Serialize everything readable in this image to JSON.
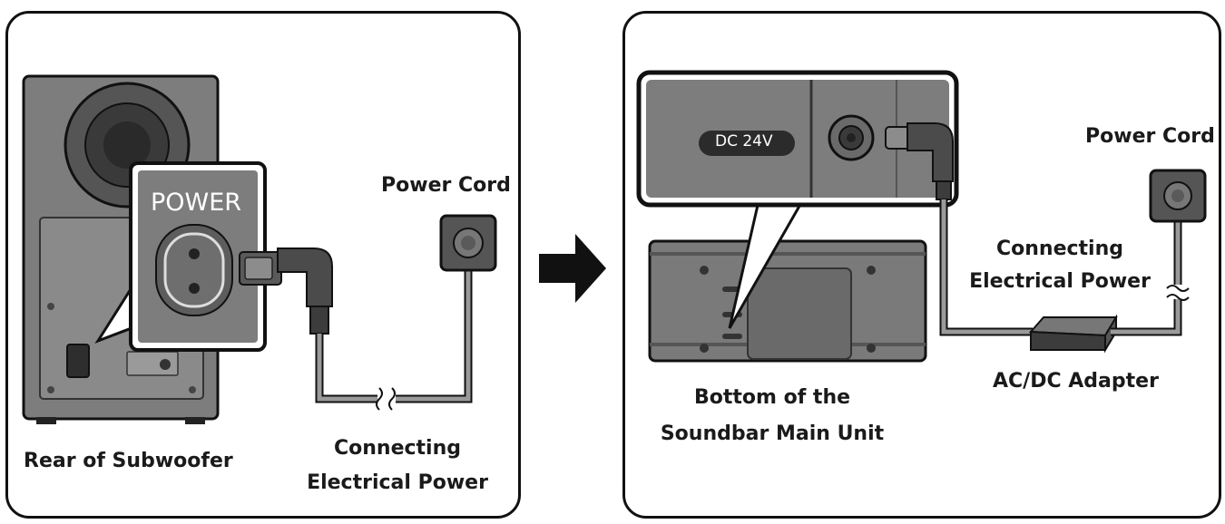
{
  "left_panel": {
    "power_port_label": "POWER",
    "power_cord_label": "Power Cord",
    "connecting_line1": "Connecting",
    "connecting_line2": "Electrical Power",
    "subwoofer_label": "Rear of Subwoofer"
  },
  "right_panel": {
    "dc_label": "DC 24V",
    "power_cord_label": "Power Cord",
    "connecting_line1": "Connecting",
    "connecting_line2": "Electrical Power",
    "adapter_label": "AC/DC Adapter",
    "soundbar_line1": "Bottom of the",
    "soundbar_line2": "Soundbar Main Unit"
  },
  "colors": {
    "device_gray": "#7d7d7d",
    "dark_gray": "#3b3b3b",
    "cable_gray": "#9a9a9a",
    "outline": "#111111"
  },
  "icons": [
    "arrow-right-icon",
    "wall-outlet-icon",
    "power-plug-icon",
    "break-mark-icon"
  ]
}
